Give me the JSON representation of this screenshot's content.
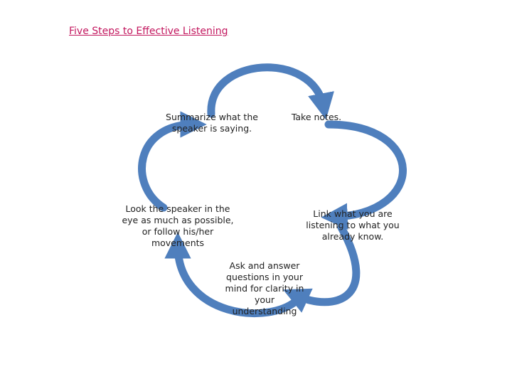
{
  "title": "Five Steps to Effective Listening",
  "colors": {
    "arrow": "#4f7fbd",
    "arrow_stroke": "#3a65a0",
    "title": "#c3185f"
  },
  "steps": [
    {
      "text": "Summarize what the speaker is saying."
    },
    {
      "text": "Take notes."
    },
    {
      "text": "Link what you are listening to what you already know."
    },
    {
      "text": "Ask and answer questions in your mind for clarity in your understanding"
    },
    {
      "text": "Look the speaker in the eye as much as possible, or follow his/her movements"
    }
  ]
}
